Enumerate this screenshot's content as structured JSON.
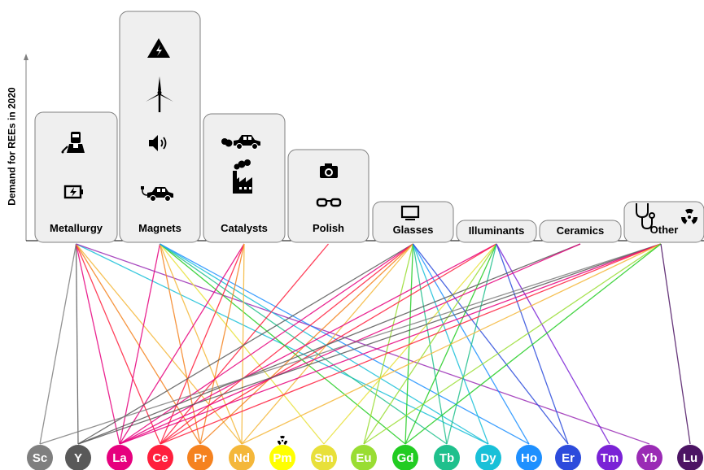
{
  "y_axis_label": "Demand for REEs in 2020",
  "categories": [
    {
      "id": "metallurgy",
      "label": "Metallurgy",
      "icons": [
        "welder-icon",
        "battery-icon"
      ]
    },
    {
      "id": "magnets",
      "label": "Magnets",
      "icons": [
        "high-voltage-icon",
        "wind-turbine-icon",
        "speaker-icon",
        "electric-car-icon"
      ]
    },
    {
      "id": "catalysts",
      "label": "Catalysts",
      "icons": [
        "car-exhaust-icon",
        "factory-icon"
      ]
    },
    {
      "id": "polish",
      "label": "Polish",
      "icons": [
        "camera-icon",
        "glasses-icon"
      ]
    },
    {
      "id": "glasses",
      "label": "Glasses",
      "icons": [
        "monitor-icon"
      ]
    },
    {
      "id": "illuminants",
      "label": "Illuminants",
      "icons": []
    },
    {
      "id": "ceramics",
      "label": "Ceramics",
      "icons": []
    },
    {
      "id": "other",
      "label": "Other",
      "icons": [
        "stethoscope-icon",
        "radiation-icon"
      ]
    }
  ],
  "elements": [
    {
      "symbol": "Sc",
      "color": "#7f7f7f"
    },
    {
      "symbol": "Y",
      "color": "#595959"
    },
    {
      "symbol": "La",
      "color": "#e6007e"
    },
    {
      "symbol": "Ce",
      "color": "#ff1f3d"
    },
    {
      "symbol": "Pr",
      "color": "#f5821f"
    },
    {
      "symbol": "Nd",
      "color": "#f4b73a"
    },
    {
      "symbol": "Pm",
      "color": "#ffff00",
      "radioactive": true
    },
    {
      "symbol": "Sm",
      "color": "#e8e03a"
    },
    {
      "symbol": "Eu",
      "color": "#99dd33"
    },
    {
      "symbol": "Gd",
      "color": "#22cc22"
    },
    {
      "symbol": "Tb",
      "color": "#1fc08c"
    },
    {
      "symbol": "Dy",
      "color": "#19c0d8"
    },
    {
      "symbol": "Ho",
      "color": "#1e90ff"
    },
    {
      "symbol": "Er",
      "color": "#2c4bdc"
    },
    {
      "symbol": "Tm",
      "color": "#7a22d6"
    },
    {
      "symbol": "Yb",
      "color": "#9a2bb5"
    },
    {
      "symbol": "Lu",
      "color": "#4c1464"
    }
  ],
  "links": [
    [
      "metallurgy",
      "Sc"
    ],
    [
      "metallurgy",
      "Y"
    ],
    [
      "metallurgy",
      "La"
    ],
    [
      "metallurgy",
      "Ce"
    ],
    [
      "metallurgy",
      "Pr"
    ],
    [
      "metallurgy",
      "Nd"
    ],
    [
      "metallurgy",
      "Dy"
    ],
    [
      "metallurgy",
      "Yb"
    ],
    [
      "magnets",
      "La"
    ],
    [
      "magnets",
      "Pr"
    ],
    [
      "magnets",
      "Nd"
    ],
    [
      "magnets",
      "Sm"
    ],
    [
      "magnets",
      "Gd"
    ],
    [
      "magnets",
      "Tb"
    ],
    [
      "magnets",
      "Dy"
    ],
    [
      "magnets",
      "Ho"
    ],
    [
      "catalysts",
      "La"
    ],
    [
      "catalysts",
      "Ce"
    ],
    [
      "catalysts",
      "Pr"
    ],
    [
      "catalysts",
      "Nd"
    ],
    [
      "polish",
      "Ce"
    ],
    [
      "glasses",
      "Y"
    ],
    [
      "glasses",
      "La"
    ],
    [
      "glasses",
      "Ce"
    ],
    [
      "glasses",
      "Pr"
    ],
    [
      "glasses",
      "Nd"
    ],
    [
      "glasses",
      "Eu"
    ],
    [
      "glasses",
      "Gd"
    ],
    [
      "glasses",
      "Tb"
    ],
    [
      "glasses",
      "Dy"
    ],
    [
      "glasses",
      "Ho"
    ],
    [
      "glasses",
      "Er"
    ],
    [
      "illuminants",
      "La"
    ],
    [
      "illuminants",
      "Ce"
    ],
    [
      "illuminants",
      "Sm"
    ],
    [
      "illuminants",
      "Eu"
    ],
    [
      "illuminants",
      "Gd"
    ],
    [
      "illuminants",
      "Tb"
    ],
    [
      "illuminants",
      "Er"
    ],
    [
      "illuminants",
      "Tm"
    ],
    [
      "ceramics",
      "Y"
    ],
    [
      "ceramics",
      "La"
    ],
    [
      "other",
      "Sc"
    ],
    [
      "other",
      "Y"
    ],
    [
      "other",
      "La"
    ],
    [
      "other",
      "Ce"
    ],
    [
      "other",
      "Nd"
    ],
    [
      "other",
      "Eu"
    ],
    [
      "other",
      "Gd"
    ],
    [
      "other",
      "Lu"
    ]
  ]
}
